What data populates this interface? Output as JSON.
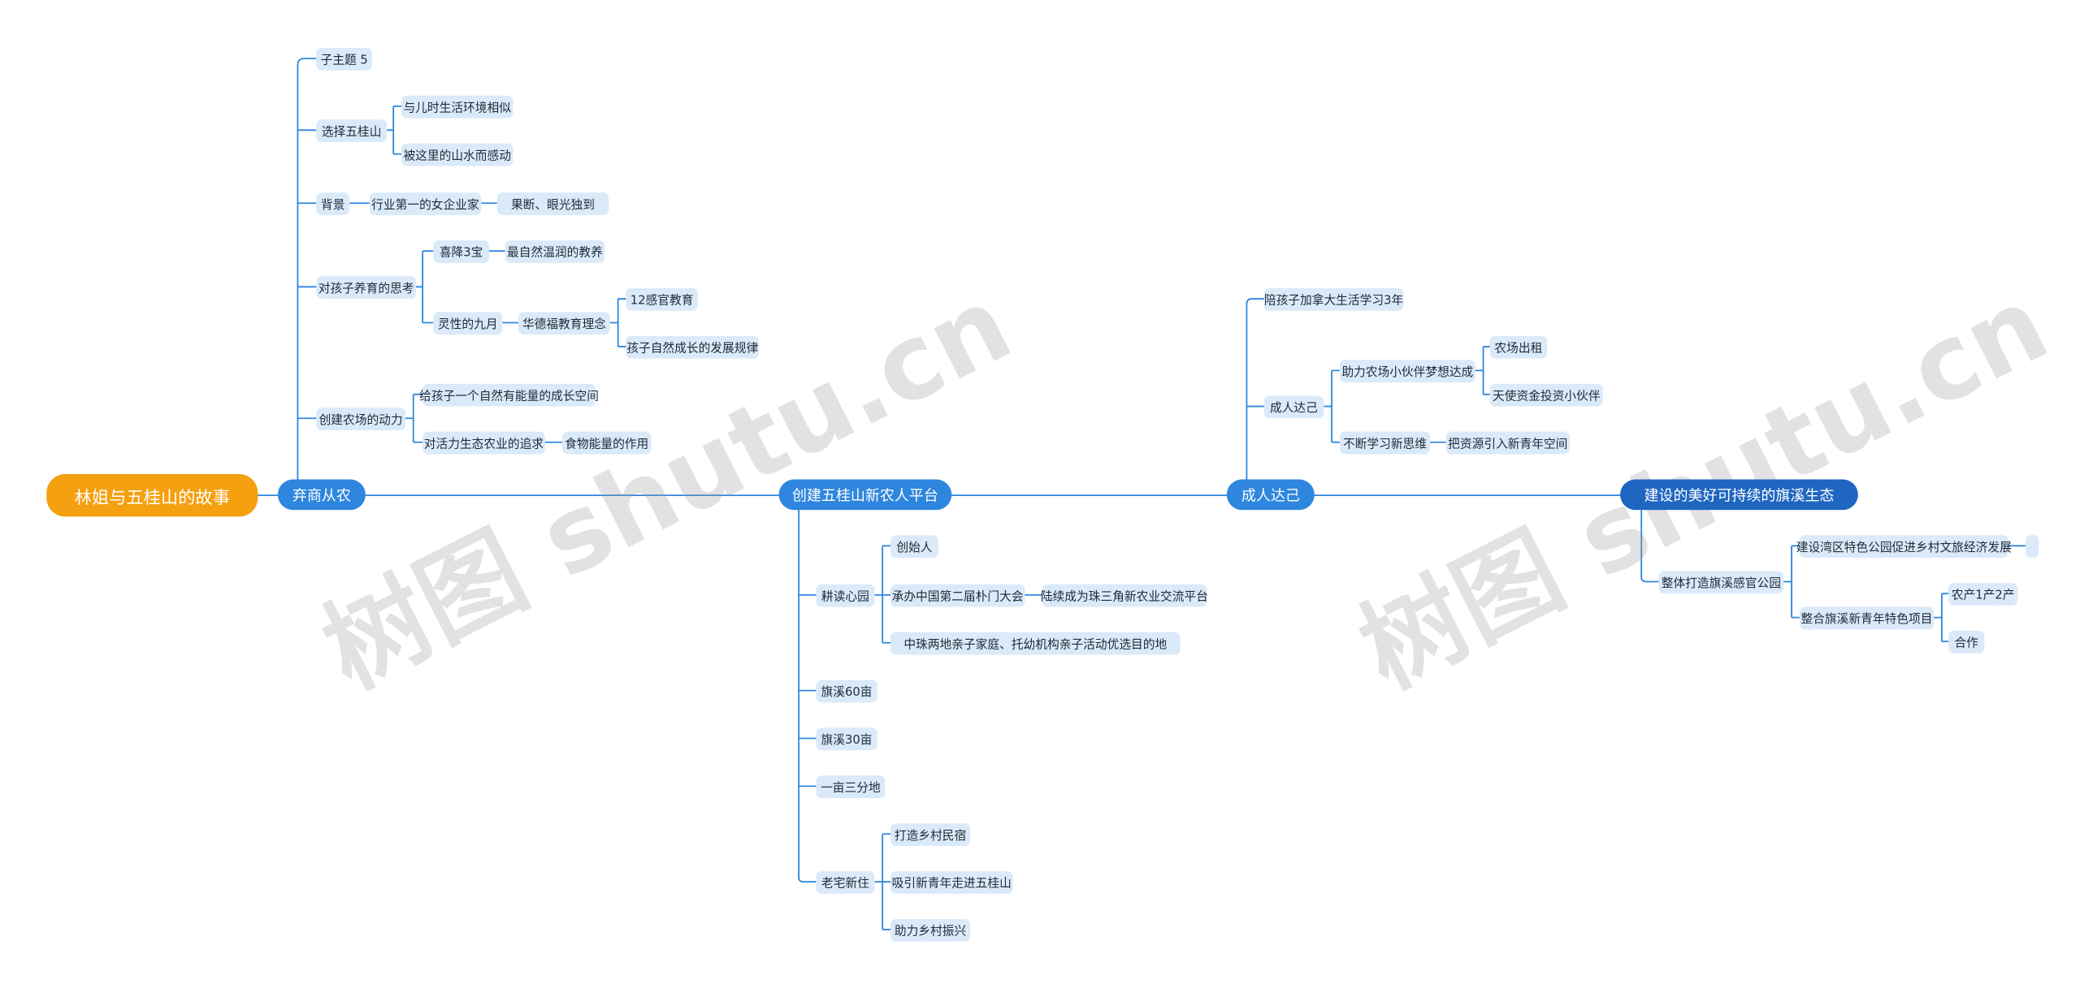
{
  "root": "林姐与五桂山的故事",
  "watermark": "树图 shutu.cn",
  "branches": {
    "b1": "弃商从农",
    "b2": "创建五桂山新农人平台",
    "b3": "成人达己",
    "b4": "建设的美好可持续的旗溪生态"
  },
  "b1": {
    "sub5": "子主题 5",
    "choose": "选择五桂山",
    "choose_1": "与儿时生活环境相似",
    "choose_2": "被这里的山水而感动",
    "bg": "背景",
    "bg_1": "行业第一的女企业家",
    "bg_1_1": "果断、眼光独到",
    "edu": "对孩子养育的思考",
    "edu_1": "喜降3宝",
    "edu_1_1": "最自然温润的教养",
    "edu_2": "灵性的九月",
    "edu_2_1": "华德福教育理念",
    "edu_2_1_1": "12感官教育",
    "edu_2_1_2": "孩子自然成长的发展规律",
    "farm": "创建农场的动力",
    "farm_1": "给孩子一个自然有能量的成长空间",
    "farm_2": "对活力生态农业的追求",
    "farm_2_1": "食物能量的作用"
  },
  "b2": {
    "garden": "耕读心园",
    "garden_1": "创始人",
    "garden_2": "承办中国第二届朴门大会",
    "garden_2_1": "陆续成为珠三角新农业交流平台",
    "garden_3": "中珠两地亲子家庭、托幼机构亲子活动优选目的地",
    "qx60": "旗溪60亩",
    "qx30": "旗溪30亩",
    "yimu": "一亩三分地",
    "old": "老宅新住",
    "old_1": "打造乡村民宿",
    "old_2": "吸引新青年走进五桂山",
    "old_3": "助力乡村振兴"
  },
  "b3": {
    "accompany": "陪孩子加拿大生活学习3年",
    "adult": "成人达己",
    "adult_1": "助力农场小伙伴梦想达成",
    "adult_1_1": "农场出租",
    "adult_1_2": "天使资金投资小伙伴",
    "adult_2": "不断学习新思维",
    "adult_2_1": "把资源引入新青年空间"
  },
  "b4": {
    "park": "整体打造旗溪感官公园",
    "park_1": "建设湾区特色公园促进乡村文旅经济发展",
    "park_1_1": "",
    "park_2": "整合旗溪新青年特色项目",
    "park_2_1": "农产1产2产",
    "park_2_2": "合作"
  },
  "colors": {
    "root": "#f5a011",
    "main": "#2e86de",
    "main_dark": "#1f66c1",
    "node": "#dbeaf8",
    "line": "#2e86de"
  }
}
